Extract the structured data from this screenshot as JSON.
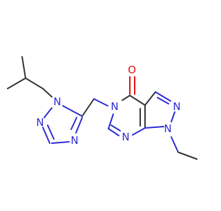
{
  "molecule": {
    "atom_labels": {
      "n_triazole_1": "N",
      "n_triazole_2": "N",
      "n_triazole_4": "N",
      "n_pyrimidinone_5": "N",
      "n_pyrimidine_7": "N",
      "n_pyrazole_1": "N",
      "n_pyrazole_2": "N",
      "o_carbonyl": "O"
    },
    "colors": {
      "carbon_bond": "#333333",
      "nitrogen": "#2b2bd4",
      "oxygen": "#e01010"
    }
  }
}
